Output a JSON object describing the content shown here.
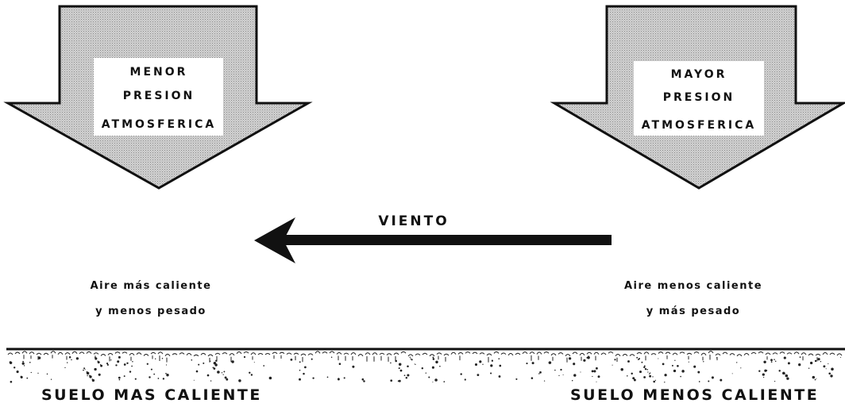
{
  "colors": {
    "ink": "#111111",
    "arrow_fill": "#c9c9c9",
    "label_box": "#ffffff"
  },
  "low_pressure": {
    "lines": [
      "MENOR",
      "PRESION",
      "ATMOSFERICA"
    ]
  },
  "high_pressure": {
    "lines": [
      "MAYOR",
      "PRESION",
      "ATMOSFERICA"
    ]
  },
  "wind": {
    "label": "VIENTO",
    "direction": "left"
  },
  "air_left": {
    "lines": [
      "Aire más caliente",
      "y menos pesado"
    ]
  },
  "air_right": {
    "lines": [
      "Aire menos caliente",
      "y más pesado"
    ]
  },
  "ground_left": {
    "label": "SUELO MAS CALIENTE"
  },
  "ground_right": {
    "label": "SUELO MENOS CALIENTE"
  }
}
